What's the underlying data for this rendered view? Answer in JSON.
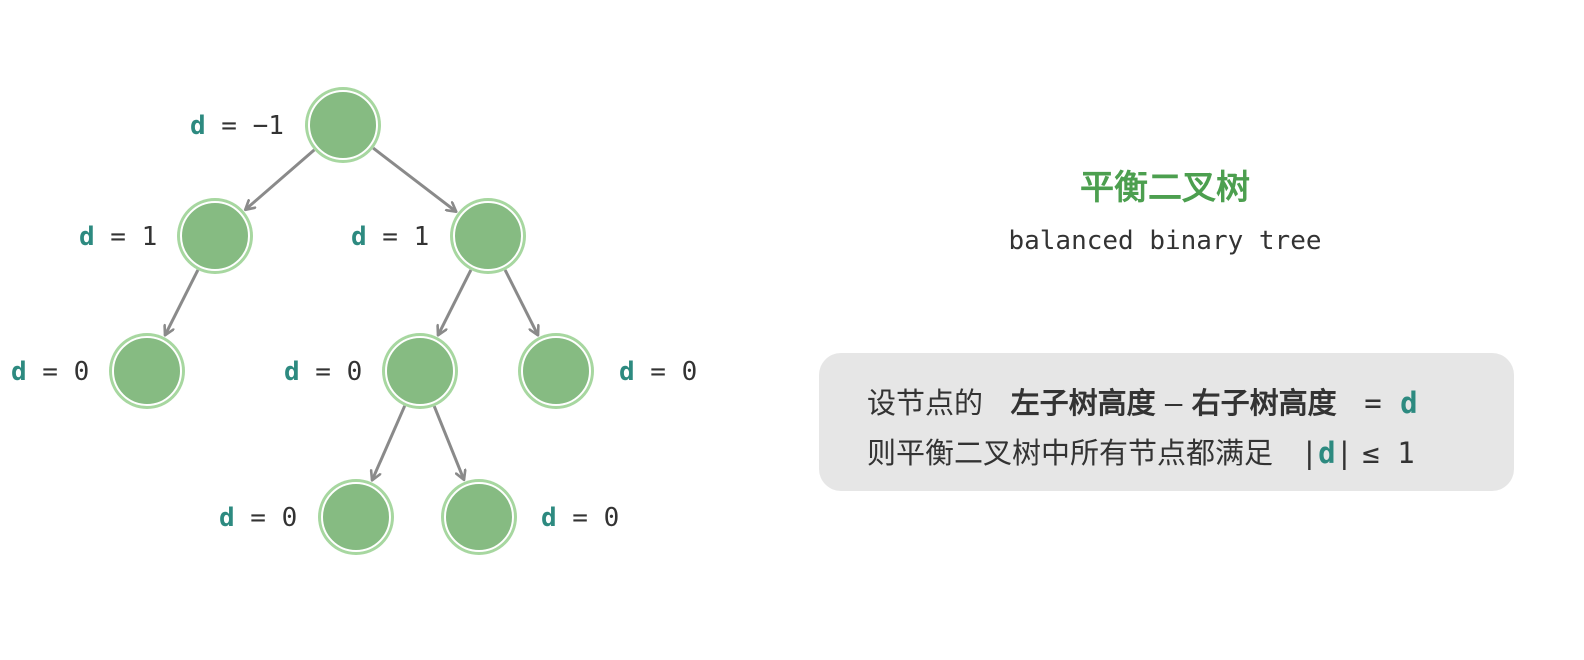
{
  "colors": {
    "node_fill": "#86bb82",
    "node_ring": "#a7d7a0",
    "edge": "#8a8a8a",
    "accent": "#2d8a80",
    "title": "#4c9f4f",
    "text": "#333333",
    "note_bg": "#e6e6e6"
  },
  "tree": {
    "nodes": [
      {
        "id": "root",
        "d_var": "d",
        "d_value": "= −1"
      },
      {
        "id": "l",
        "d_var": "d",
        "d_value": "= 1"
      },
      {
        "id": "r",
        "d_var": "d",
        "d_value": "= 1"
      },
      {
        "id": "ll",
        "d_var": "d",
        "d_value": "= 0"
      },
      {
        "id": "rl",
        "d_var": "d",
        "d_value": "= 0"
      },
      {
        "id": "rr",
        "d_var": "d",
        "d_value": "= 0"
      },
      {
        "id": "rll",
        "d_var": "d",
        "d_value": "= 0"
      },
      {
        "id": "rlr",
        "d_var": "d",
        "d_value": "= 0"
      }
    ],
    "edges": [
      [
        "root",
        "l"
      ],
      [
        "root",
        "r"
      ],
      [
        "l",
        "ll"
      ],
      [
        "r",
        "rl"
      ],
      [
        "r",
        "rr"
      ],
      [
        "rl",
        "rll"
      ],
      [
        "rl",
        "rlr"
      ]
    ]
  },
  "title": "平衡二叉树",
  "subtitle": "balanced binary tree",
  "note": {
    "line1_prefix": "设节点的",
    "left_height": "左子树高度",
    "minus": "–",
    "right_height": "右子树高度",
    "equals": "=",
    "d": "d",
    "line2_prefix": "则平衡二叉树中所有节点都满足",
    "abs_open": "|",
    "abs_d": "d",
    "abs_close": "|",
    "le_one": "≤ 1"
  }
}
